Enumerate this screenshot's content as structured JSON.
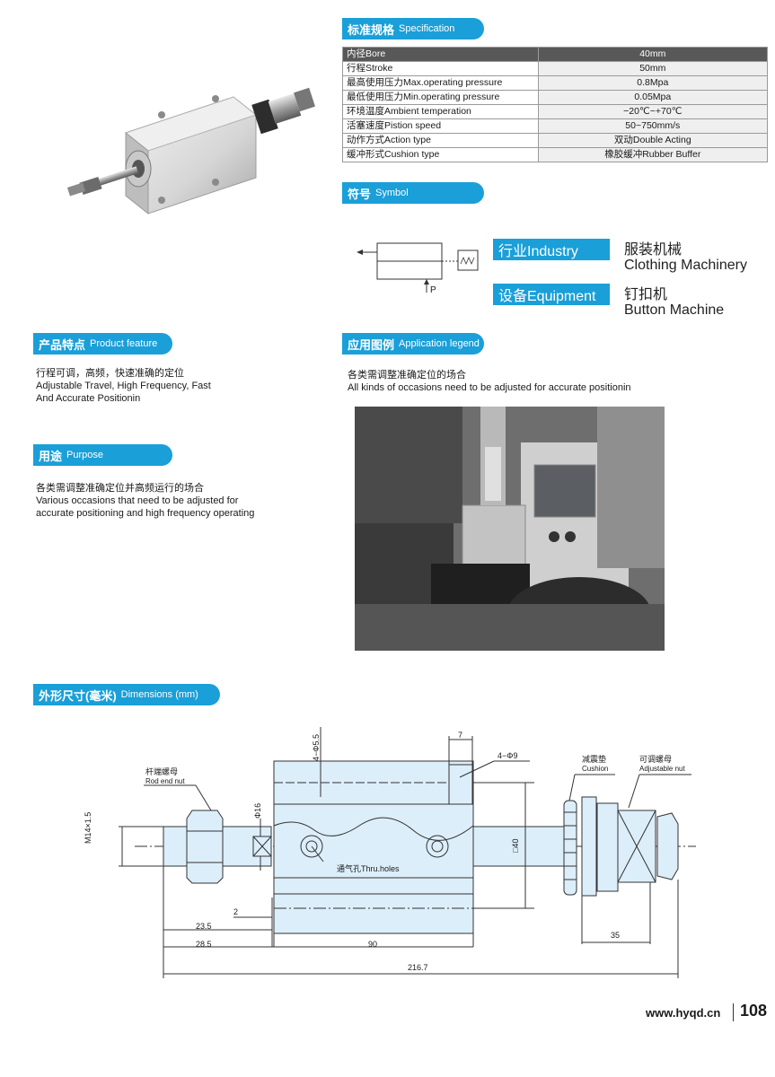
{
  "sections": {
    "spec_cn": "标准规格",
    "spec_en": "Specification",
    "symbol_cn": "符号",
    "symbol_en": "Symbol",
    "feature_cn": "产品特点",
    "feature_en": "Product feature",
    "purpose_cn": "用途",
    "purpose_en": "Purpose",
    "app_cn": "应用图例",
    "app_en": "Application legend",
    "dims_cn": "外形尺寸(毫米)",
    "dims_en": "Dimensions (mm)"
  },
  "spec_rows": [
    {
      "label": "内径Bore",
      "value": "40mm"
    },
    {
      "label": "行程Stroke",
      "value": "50mm"
    },
    {
      "label": "最高使用压力Max.operating pressure",
      "value": "0.8Mpa"
    },
    {
      "label": "最低使用压力Min.operating pressure",
      "value": "0.05Mpa"
    },
    {
      "label": "环境温度Ambient temperation",
      "value": "−20℃~+70℃"
    },
    {
      "label": "活塞速度Pistion speed",
      "value": "50~750mm/s"
    },
    {
      "label": "动作方式Action type",
      "value": "双动Double Acting"
    },
    {
      "label": "缓冲形式Cushion type",
      "value": "橡胶缓冲Rubber Buffer"
    }
  ],
  "symbol": {
    "port_label": "P"
  },
  "industry": {
    "tag": "行业Industry",
    "value_cn": "服装机械",
    "value_en": "Clothing Machinery"
  },
  "equipment": {
    "tag": "设备Equipment",
    "value_cn": "钉扣机",
    "value_en": "Button Machine"
  },
  "feature": {
    "cn": "行程可调，高频，快速准确的定位",
    "en1": "Adjustable Travel, High Frequency, Fast",
    "en2": "And Accurate Positionin"
  },
  "purpose": {
    "cn": "各类需调整准确定位并高频运行的场合",
    "en1": "Various occasions that need to be adjusted for",
    "en2": "accurate positioning and high frequency operating"
  },
  "application": {
    "cn": "各类需调整准确定位的场合",
    "en": "All kinds of occasions need to be adjusted for accurate positionin"
  },
  "drawing": {
    "rod_nut_cn": "杆端螺母",
    "rod_nut_en": "Rod end nut",
    "cushion_cn": "减震垫",
    "cushion_en": "Cushion",
    "adj_nut_cn": "可调螺母",
    "adj_nut_en": "Adjustable nut",
    "thread": "M14×1.5",
    "phi16": "Φ16",
    "hole_small": "4−Φ5.5",
    "hole_big": "4−Φ9",
    "dim7": "7",
    "sq40": "□40",
    "vent": "通气孔Thru.holes",
    "dim2": "2",
    "dim23_5": "23.5",
    "dim28_5": "28.5",
    "dim90": "90",
    "dim35": "35",
    "dim216_7": "216.7"
  },
  "footer": {
    "url": "www.hyqd.cn",
    "page": "108"
  },
  "colors": {
    "accent": "#1a9fd8",
    "header_row": "#585858",
    "cylinder_fill": "#dceefa"
  }
}
